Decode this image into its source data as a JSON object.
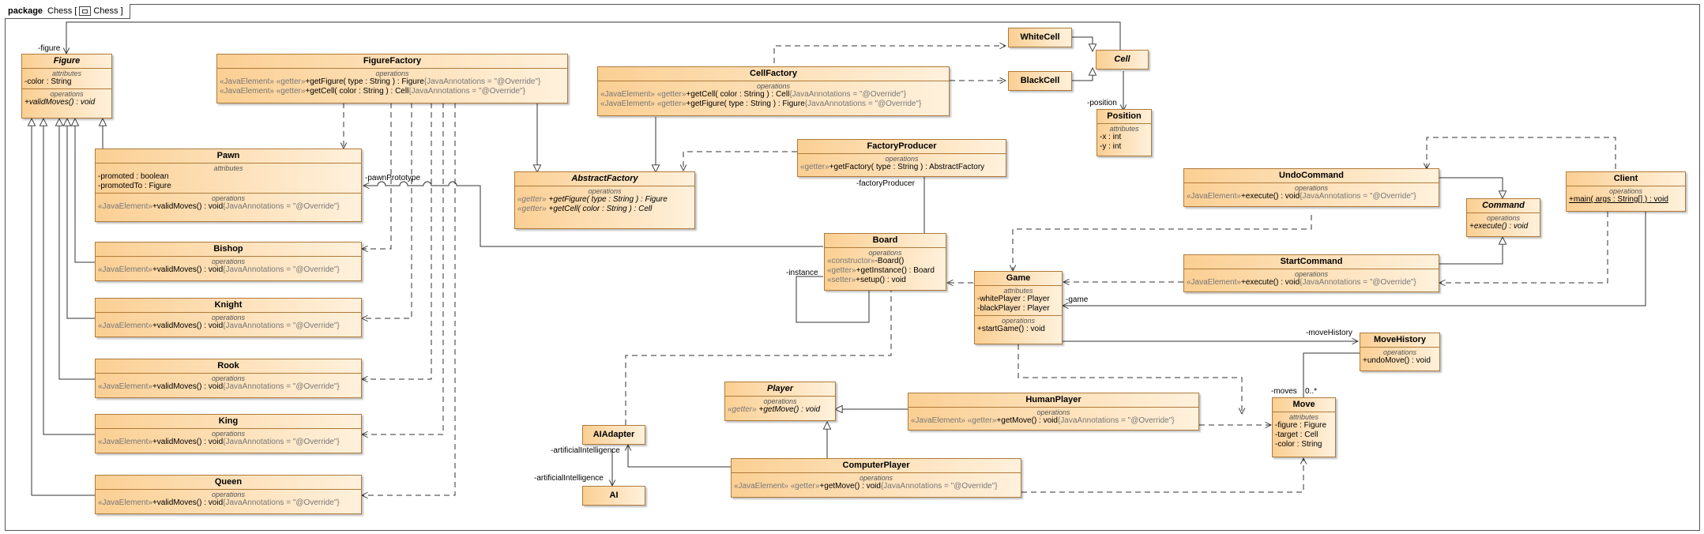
{
  "package": {
    "keyword": "package",
    "name": "Chess",
    "bracket_name": "Chess"
  },
  "classes": {
    "figure": {
      "name": "Figure",
      "attributes_label": "attributes",
      "attributes": [
        "-color : String"
      ],
      "operations_label": "operations",
      "operations": [
        "+validMoves() : void"
      ]
    },
    "figureFactory": {
      "name": "FigureFactory",
      "operations_label": "operations",
      "op1": {
        "stereo1": "«JavaElement»",
        "stereo2": "«getter»",
        "sig": "+getFigure( type : String ) : Figure",
        "ann": "{JavaAnnotations = \"@Override\"}"
      },
      "op2": {
        "stereo1": "«JavaElement»",
        "stereo2": "«getter»",
        "sig": "+getCell( color : String ) : Cell",
        "ann": "{JavaAnnotations = \"@Override\"}"
      }
    },
    "pawn": {
      "name": "Pawn",
      "attributes_label": "attributes",
      "attributes": [
        "-promoted : boolean",
        "-promotedTo : Figure"
      ],
      "operations_label": "operations",
      "op": {
        "stereo": "«JavaElement»",
        "sig": "+validMoves() : void",
        "ann": "{JavaAnnotations = \"@Override\"}"
      }
    },
    "bishop": {
      "name": "Bishop",
      "operations_label": "operations",
      "op": {
        "stereo": "«JavaElement»",
        "sig": "+validMoves() : void",
        "ann": "{JavaAnnotations = \"@Override\"}"
      }
    },
    "knight": {
      "name": "Knight",
      "operations_label": "operations",
      "op": {
        "stereo": "«JavaElement»",
        "sig": "+validMoves() : void",
        "ann": "{JavaAnnotations = \"@Override\"}"
      }
    },
    "rook": {
      "name": "Rook",
      "operations_label": "operations",
      "op": {
        "stereo": "«JavaElement»",
        "sig": "+validMoves() : void",
        "ann": "{JavaAnnotations = \"@Override\"}"
      }
    },
    "king": {
      "name": "King",
      "operations_label": "operations",
      "op": {
        "stereo": "«JavaElement»",
        "sig": "+validMoves() : void",
        "ann": "{JavaAnnotations = \"@Override\"}"
      }
    },
    "queen": {
      "name": "Queen",
      "operations_label": "operations",
      "op": {
        "stereo": "«JavaElement»",
        "sig": "+validMoves() : void",
        "ann": "{JavaAnnotations = \"@Override\"}"
      }
    },
    "cellFactory": {
      "name": "CellFactory",
      "operations_label": "operations",
      "op1": {
        "stereo1": "«JavaElement»",
        "stereo2": "«getter»",
        "sig": "+getCell( color : String ) : Cell",
        "ann": "{JavaAnnotations = \"@Override\"}"
      },
      "op2": {
        "stereo1": "«JavaElement»",
        "stereo2": "«getter»",
        "sig": "+getFigure( type : String ) : Figure",
        "ann": "{JavaAnnotations = \"@Override\"}"
      }
    },
    "abstractFactory": {
      "name": "AbstractFactory",
      "operations_label": "operations",
      "op1": {
        "stereo": "«getter»",
        "sig": "+getFigure( type : String ) : Figure"
      },
      "op2": {
        "stereo": "«getter»",
        "sig": "+getCell( color : String ) : Cell"
      }
    },
    "factoryProducer": {
      "name": "FactoryProducer",
      "operations_label": "operations",
      "op": {
        "stereo": "«getter»",
        "sig": "+getFactory( type : String ) : AbstractFactory"
      }
    },
    "whiteCell": {
      "name": "WhiteCell"
    },
    "blackCell": {
      "name": "BlackCell"
    },
    "cell": {
      "name": "Cell"
    },
    "position": {
      "name": "Position",
      "attributes_label": "attributes",
      "attributes": [
        "-x : int",
        "-y : int"
      ]
    },
    "board": {
      "name": "Board",
      "operations_label": "operations",
      "op1": {
        "stereo": "«constructor»",
        "sig": "-Board()"
      },
      "op2": {
        "stereo": "«getter»",
        "sig": "+getInstance() : Board"
      },
      "op3": {
        "stereo": "«setter»",
        "sig": "+setup() : void"
      }
    },
    "game": {
      "name": "Game",
      "attributes_label": "attributes",
      "attributes": [
        "-whitePlayer : Player",
        "-blackPlayer : Player"
      ],
      "operations_label": "operations",
      "operations": [
        "+startGame() : void"
      ]
    },
    "undoCommand": {
      "name": "UndoCommand",
      "operations_label": "operations",
      "op": {
        "stereo": "«JavaElement»",
        "sig": "+execute() : void",
        "ann": "{JavaAnnotations = \"@Override\"}"
      }
    },
    "command": {
      "name": "Command",
      "operations_label": "operations",
      "operations": [
        "+execute() : void"
      ]
    },
    "client": {
      "name": "Client",
      "operations_label": "operations",
      "operations": [
        "+main( args : String[] ) : void"
      ]
    },
    "startCommand": {
      "name": "StartCommand",
      "operations_label": "operations",
      "op": {
        "stereo": "«JavaElement»",
        "sig": "+execute() : void",
        "ann": "{JavaAnnotations = \"@Override\"}"
      }
    },
    "moveHistory": {
      "name": "MoveHistory",
      "operations_label": "operations",
      "operations": [
        "+undoMove() : void"
      ]
    },
    "move": {
      "name": "Move",
      "attributes_label": "attributes",
      "attributes": [
        "-figure : Figure",
        "-target : Cell",
        "-color : String"
      ]
    },
    "player": {
      "name": "Player",
      "operations_label": "operations",
      "op": {
        "stereo": "«getter»",
        "sig": "+getMove() : void"
      }
    },
    "humanPlayer": {
      "name": "HumanPlayer",
      "operations_label": "operations",
      "op": {
        "stereo1": "«JavaElement»",
        "stereo2": "«getter»",
        "sig": "+getMove() : void",
        "ann": "{JavaAnnotations = \"@Override\"}"
      }
    },
    "computerPlayer": {
      "name": "ComputerPlayer",
      "operations_label": "operations",
      "op": {
        "stereo1": "«JavaElement»",
        "stereo2": "«getter»",
        "sig": "+getMove() : void",
        "ann": "{JavaAnnotations = \"@Override\"}"
      }
    },
    "aiAdapter": {
      "name": "AIAdapter"
    },
    "ai": {
      "name": "AI"
    }
  },
  "roles": {
    "figure": "-figure",
    "pawnPrototype": "-pawnPrototype",
    "position": "-position",
    "factoryProducer": "-factoryProducer",
    "instance": "-instance",
    "game": "-game",
    "moveHistory": "-moveHistory",
    "moves": "-moves",
    "movesMult": "0..*",
    "artificialIntelligence1": "-artificialIntelligence",
    "artificialIntelligence2": "-artificialIntelligence"
  }
}
